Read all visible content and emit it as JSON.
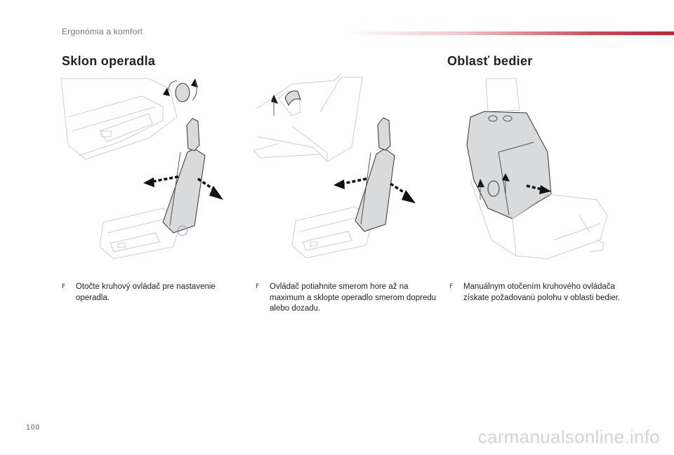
{
  "header": {
    "title": "Ergonómia a komfort",
    "accent_color": "#d9162a"
  },
  "sections": [
    {
      "title": "Sklon operadla"
    },
    {
      "title": "Oblasť bedier"
    }
  ],
  "instructions": [
    {
      "bullet": "F",
      "text": "Otočte kruhový ovládač pre nastavenie operadla."
    },
    {
      "bullet": "F",
      "text": "Ovládač potiahnite smerom hore až na maximum a sklopte operadlo smerom dopredu alebo dozadu."
    },
    {
      "bullet": "F",
      "text": "Manuálnym otočením kruhového ovládača získate požadovanú polohu v oblasti bedier."
    }
  ],
  "figures": [
    {
      "icon": "seat-backrest-knob-illustration"
    },
    {
      "icon": "seat-backrest-lever-illustration"
    },
    {
      "icon": "seat-lumbar-knob-illustration"
    }
  ],
  "footer": {
    "page_number": "100",
    "watermark": "carmanualsonline.info"
  }
}
